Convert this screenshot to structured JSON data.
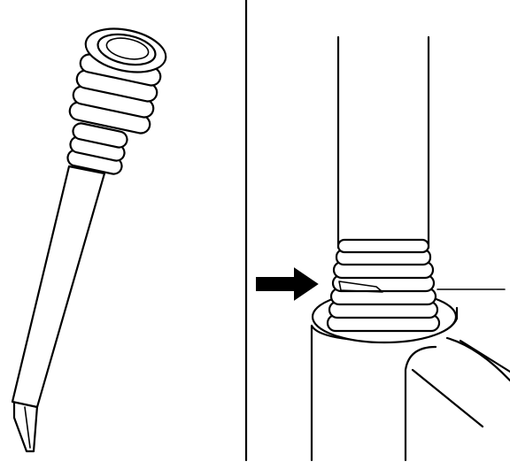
{
  "figure": {
    "panels": [
      {
        "name": "left-panel",
        "depicts": "threaded-rod-tool"
      },
      {
        "name": "right-panel",
        "depicts": "threaded-collar-on-tube"
      }
    ],
    "indicator": {
      "icon": "arrow-right-icon",
      "color": "#000000"
    },
    "colors": {
      "line": "#000000",
      "background": "#ffffff"
    }
  }
}
